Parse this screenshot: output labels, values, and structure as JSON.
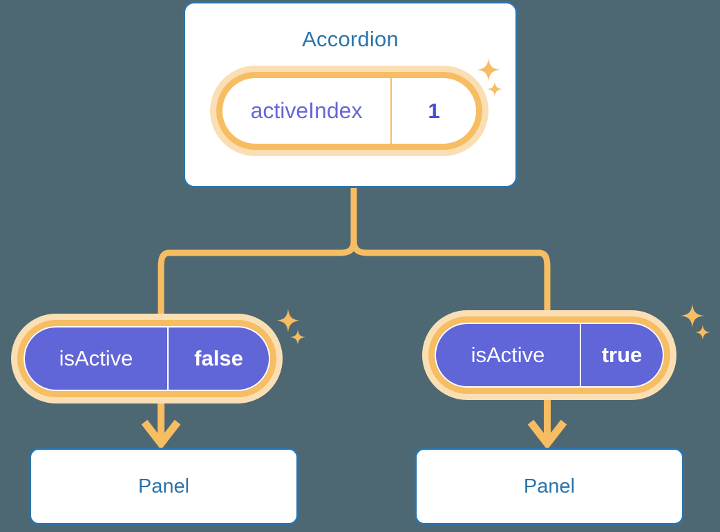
{
  "theme": {
    "background": "#4d6872",
    "card_border": "#2c74ab",
    "card_fill": "#ffffff",
    "title_blue": "#2c74ab",
    "accent_orange": "#f7bd63",
    "accent_orange_soft": "#fbdfb4",
    "prop_purple": "#6065d8",
    "state_key_purple": "#6568d6",
    "state_value_purple": "#4a4ed0"
  },
  "diagram": {
    "type": "component-tree",
    "root": {
      "title": "Accordion",
      "state_badge": {
        "key": "activeIndex",
        "value": "1",
        "kind": "state"
      }
    },
    "children": [
      {
        "prop_badge": {
          "key": "isActive",
          "value": "false",
          "kind": "prop"
        },
        "card_title": "Panel"
      },
      {
        "prop_badge": {
          "key": "isActive",
          "value": "true",
          "kind": "prop"
        },
        "card_title": "Panel"
      }
    ],
    "icons": {
      "sparkle": "sparkle-icon",
      "arrow_down": "arrow-down-icon"
    }
  }
}
